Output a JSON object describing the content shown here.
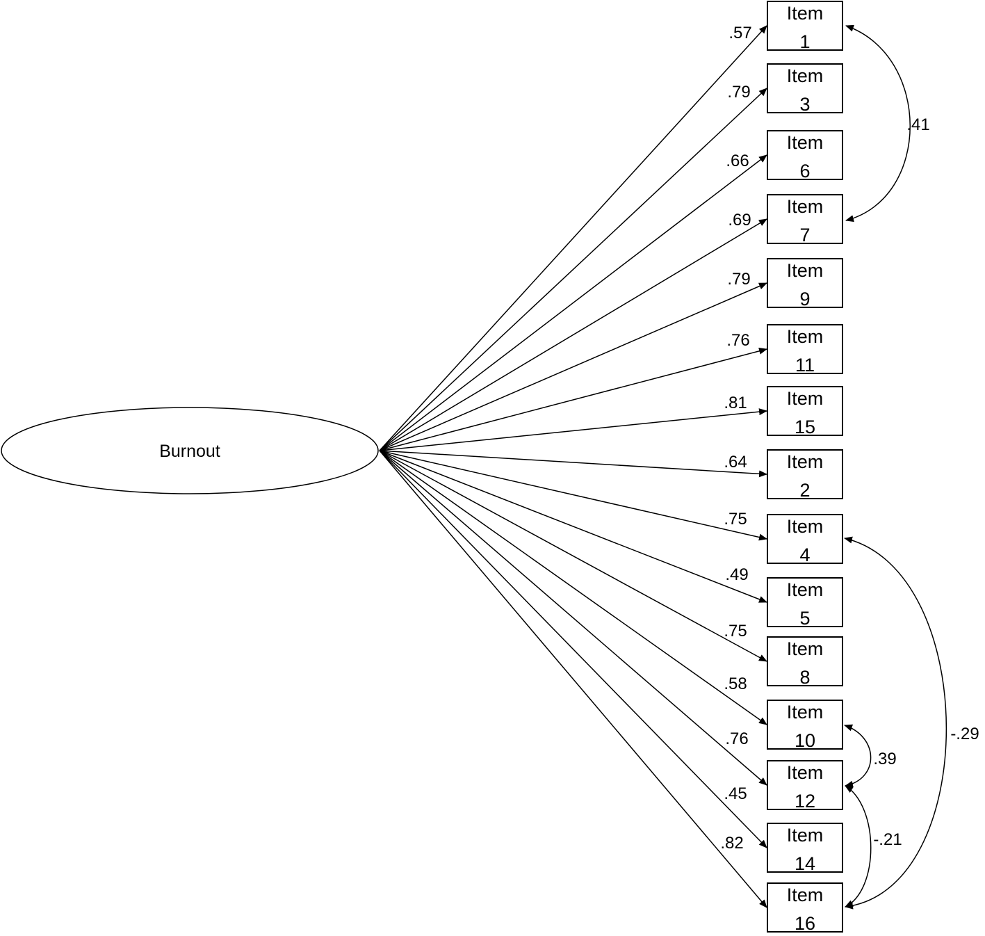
{
  "latent": {
    "label": "Burnout"
  },
  "indicators": [
    {
      "line1": "Item",
      "line2": "1",
      "loading": ".57"
    },
    {
      "line1": "Item",
      "line2": "3",
      "loading": ".79"
    },
    {
      "line1": "Item",
      "line2": "6",
      "loading": ".66"
    },
    {
      "line1": "Item",
      "line2": "7",
      "loading": ".69"
    },
    {
      "line1": "Item",
      "line2": "9",
      "loading": ".79"
    },
    {
      "line1": "Item",
      "line2": "11",
      "loading": ".76"
    },
    {
      "line1": "Item",
      "line2": "15",
      "loading": ".81"
    },
    {
      "line1": "Item",
      "line2": "2",
      "loading": ".64"
    },
    {
      "line1": "Item",
      "line2": "4",
      "loading": ".75"
    },
    {
      "line1": "Item",
      "line2": "5",
      "loading": ".49"
    },
    {
      "line1": "Item",
      "line2": "8",
      "loading": ".75"
    },
    {
      "line1": "Item",
      "line2": "10",
      "loading": ".58"
    },
    {
      "line1": "Item",
      "line2": "12",
      "loading": ".76"
    },
    {
      "line1": "Item",
      "line2": "14",
      "loading": ".45"
    },
    {
      "line1": "Item",
      "line2": "16",
      "loading": ".82"
    }
  ],
  "covariances": [
    {
      "from": 0,
      "to": 3,
      "value": ".41"
    },
    {
      "from": 8,
      "to": 14,
      "value": "-.29"
    },
    {
      "from": 11,
      "to": 12,
      "value": ".39"
    },
    {
      "from": 12,
      "to": 14,
      "value": "-.21"
    }
  ]
}
